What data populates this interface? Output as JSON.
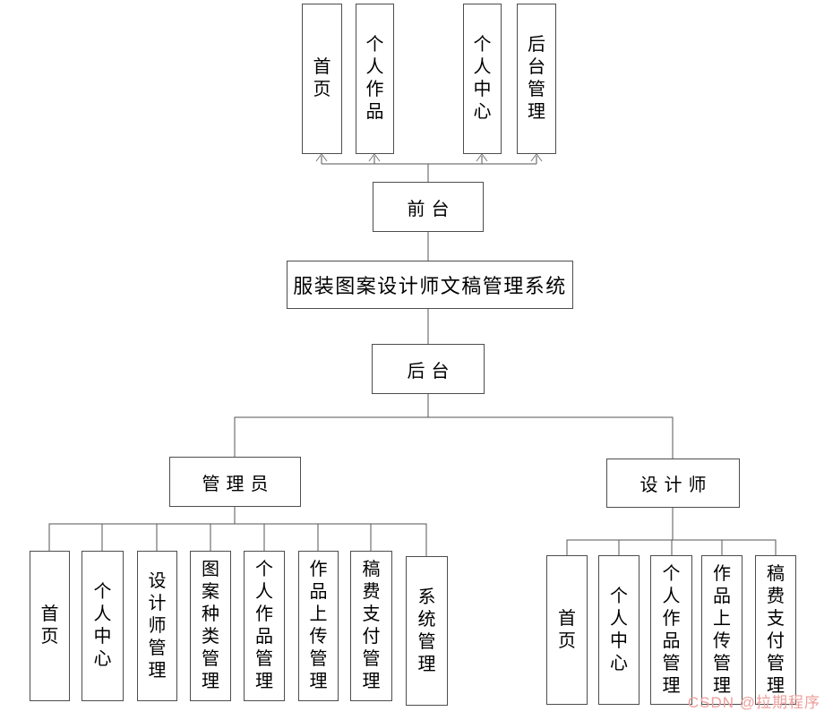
{
  "diagram": {
    "root": {
      "label": "服装图案设计师文稿管理系统"
    },
    "front": {
      "label": "前台",
      "children": [
        "首页",
        "个人作品",
        "个人中心",
        "后台管理"
      ]
    },
    "back": {
      "label": "后台"
    },
    "admin": {
      "label": "管理员",
      "children": [
        "首页",
        "个人中心",
        "设计师管理",
        "图案种类管理",
        "个人作品管理",
        "作品上传管理",
        "稿费支付管理",
        "系统管理"
      ]
    },
    "designer": {
      "label": "设计师",
      "children": [
        "首页",
        "个人中心",
        "个人作品管理",
        "作品上传管理",
        "稿费支付管理"
      ]
    }
  },
  "watermark": {
    "text": "CSDN @拉期程序",
    "color": "#ec9f9c"
  },
  "colors": {
    "line": "#555555",
    "arrowhead": "#777777",
    "box_border": "#4d4d4d",
    "background": "#ffffff",
    "text": "#000000"
  }
}
